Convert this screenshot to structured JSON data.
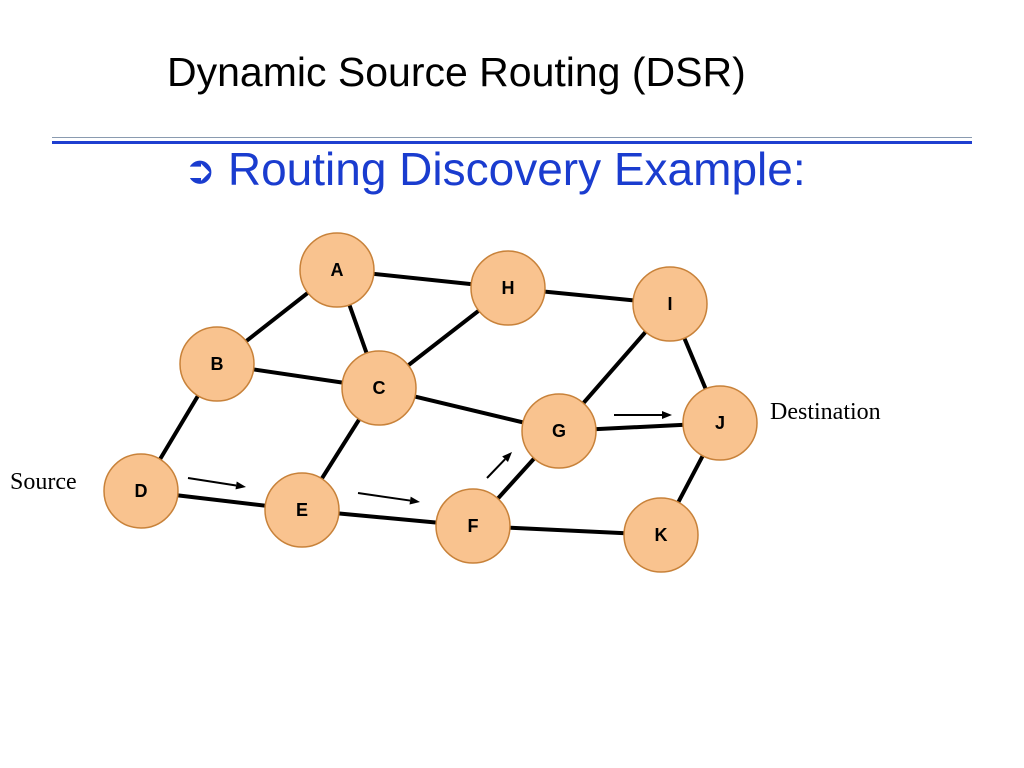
{
  "slide": {
    "title": "Dynamic Source Routing (DSR)",
    "subtitle": "Routing Discovery Example:",
    "bullet_icon": "curved-arrow-bullet-icon"
  },
  "colors": {
    "node_fill": "#f9c38f",
    "node_stroke": "#c8823a",
    "edge": "#000000",
    "subtitle": "#1a3ccf",
    "rule": "#1f3fd0"
  },
  "network": {
    "nodes": [
      {
        "id": "A",
        "label": "A"
      },
      {
        "id": "H",
        "label": "H"
      },
      {
        "id": "I",
        "label": "I"
      },
      {
        "id": "B",
        "label": "B"
      },
      {
        "id": "C",
        "label": "C"
      },
      {
        "id": "G",
        "label": "G"
      },
      {
        "id": "J",
        "label": "J"
      },
      {
        "id": "D",
        "label": "D"
      },
      {
        "id": "E",
        "label": "E"
      },
      {
        "id": "F",
        "label": "F"
      },
      {
        "id": "K",
        "label": "K"
      }
    ],
    "edges": [
      [
        "A",
        "H"
      ],
      [
        "H",
        "I"
      ],
      [
        "A",
        "B"
      ],
      [
        "A",
        "C"
      ],
      [
        "H",
        "C"
      ],
      [
        "B",
        "C"
      ],
      [
        "C",
        "G"
      ],
      [
        "I",
        "G"
      ],
      [
        "I",
        "J"
      ],
      [
        "B",
        "D"
      ],
      [
        "C",
        "E"
      ],
      [
        "G",
        "J"
      ],
      [
        "D",
        "E"
      ],
      [
        "E",
        "F"
      ],
      [
        "F",
        "G"
      ],
      [
        "F",
        "K"
      ],
      [
        "J",
        "K"
      ]
    ],
    "route_request_arrows": [
      [
        "D",
        "E"
      ],
      [
        "E",
        "F"
      ],
      [
        "F",
        "G"
      ],
      [
        "G",
        "J"
      ]
    ],
    "source_label": "Source",
    "destination_label": "Destination"
  }
}
